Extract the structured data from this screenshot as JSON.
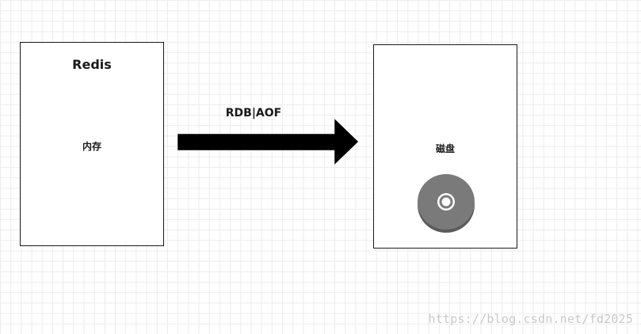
{
  "redis_box": {
    "title": "Redis",
    "label": "内存"
  },
  "arrow": {
    "label": "RDB|AOF"
  },
  "disk_box": {
    "label": "磁盘",
    "icon": "disk-icon"
  },
  "watermark": "https://blog.csdn.net/fd2025",
  "colors": {
    "arrow_fill": "#000000",
    "disk_gray": "#7a7a7a",
    "disk_shadow": "#5a5a5a",
    "grid": "#ececec"
  }
}
